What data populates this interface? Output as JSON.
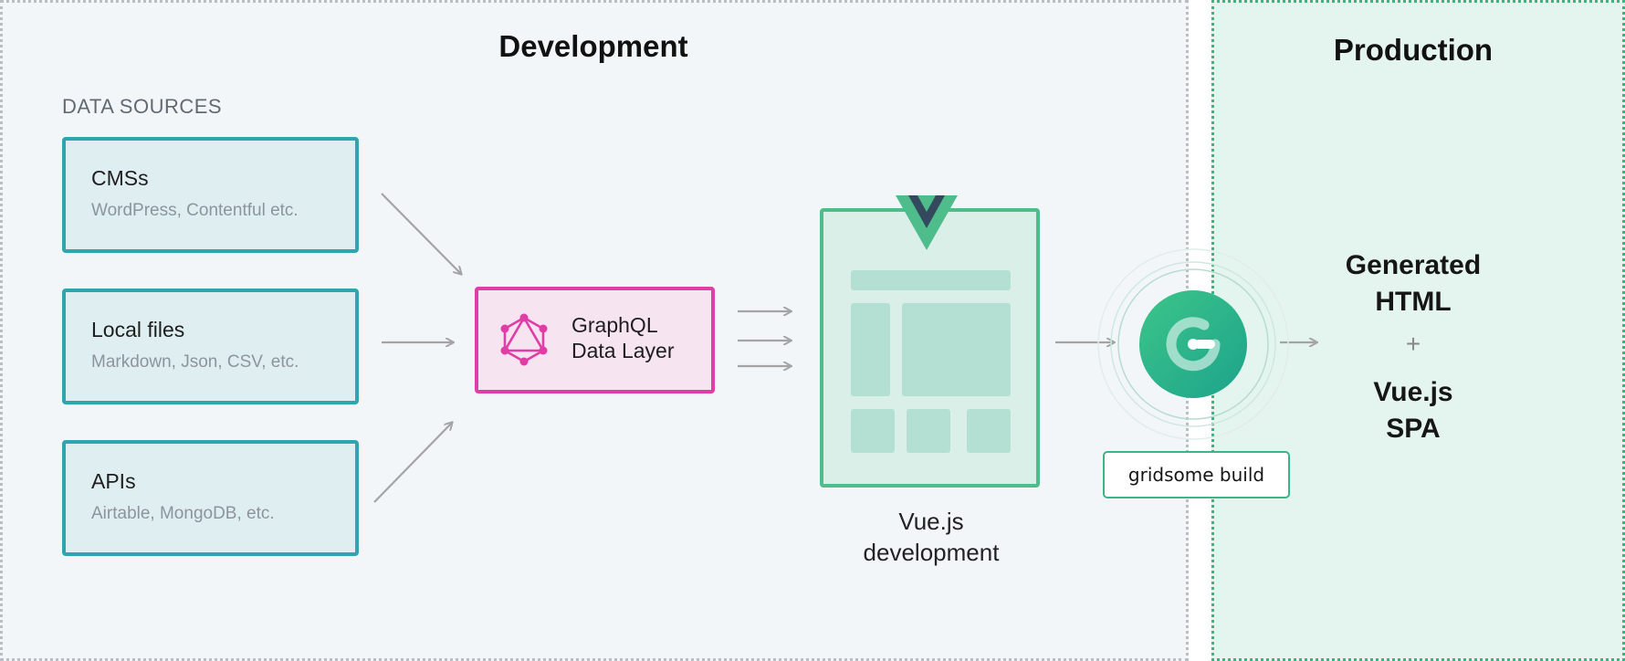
{
  "development": {
    "title": "Development",
    "sources_label": "DATA SOURCES",
    "sources": [
      {
        "title": "CMSs",
        "subtitle": "WordPress, Contentful etc."
      },
      {
        "title": "Local files",
        "subtitle": "Markdown, Json, CSV, etc."
      },
      {
        "title": "APIs",
        "subtitle": "Airtable,  MongoDB, etc."
      }
    ],
    "data_layer": {
      "line1": "GraphQL",
      "line2": "Data Layer"
    },
    "vue_dev": {
      "line1": "Vue.js",
      "line2": "development"
    }
  },
  "build": {
    "label": "gridsome build"
  },
  "production": {
    "title": "Production",
    "output_line1": "Generated",
    "output_line2": "HTML",
    "plus": "+",
    "output_line3": "Vue.js",
    "output_line4": "SPA"
  },
  "colors": {
    "dev_bg": "#f2f6f9",
    "prod_bg": "#e4f4ee",
    "source_border": "#2fa5b0",
    "graphql_accent": "#e03da7",
    "vue_green": "#4fbc8b",
    "vue_dark": "#35495e",
    "gridsome_green": "#35b782"
  },
  "icons": {
    "graphql": "graphql-icon",
    "vue": "vue-logo-icon",
    "gridsome": "gridsome-logo-icon",
    "arrow": "arrow-icon"
  }
}
